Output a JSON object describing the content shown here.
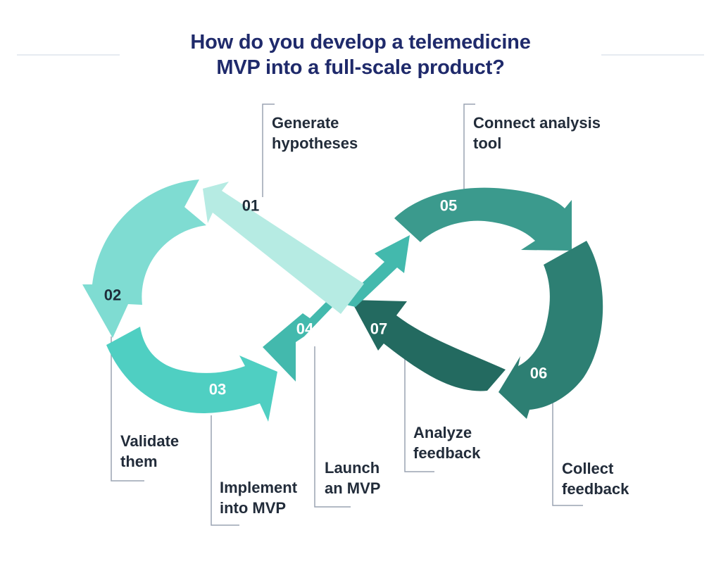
{
  "title": {
    "line1": "How do you develop a telemedicine",
    "line2": "MVP into a full-scale product?"
  },
  "colors": {
    "title": "#1f2a6b",
    "label": "#222c3a",
    "leader": "#9aa3b2",
    "rule": "#e6ebf1",
    "step01": "#b6ebe3",
    "step02": "#7fdcd2",
    "step03": "#4fcfc2",
    "step04": "#43b9ad",
    "step05": "#3b9a8d",
    "step06": "#2d7f73",
    "step07": "#236a60"
  },
  "steps": [
    {
      "id": "01",
      "number": "01",
      "line1": "Generate",
      "line2": "hypotheses",
      "icon": "arrow-segment"
    },
    {
      "id": "02",
      "number": "02",
      "line1": "Validate",
      "line2": "them",
      "icon": "arrow-segment"
    },
    {
      "id": "03",
      "number": "03",
      "line1": "Implement",
      "line2": "into MVP",
      "icon": "arrow-segment"
    },
    {
      "id": "04",
      "number": "04",
      "line1": "Launch",
      "line2": "an MVP",
      "icon": "arrow-segment"
    },
    {
      "id": "05",
      "number": "05",
      "line1": "Connect analysis",
      "line2": "tool",
      "icon": "arrow-segment"
    },
    {
      "id": "06",
      "number": "06",
      "line1": "Collect",
      "line2": "feedback",
      "icon": "arrow-segment"
    },
    {
      "id": "07",
      "number": "07",
      "line1": "Analyze",
      "line2": "feedback",
      "icon": "arrow-segment"
    }
  ]
}
